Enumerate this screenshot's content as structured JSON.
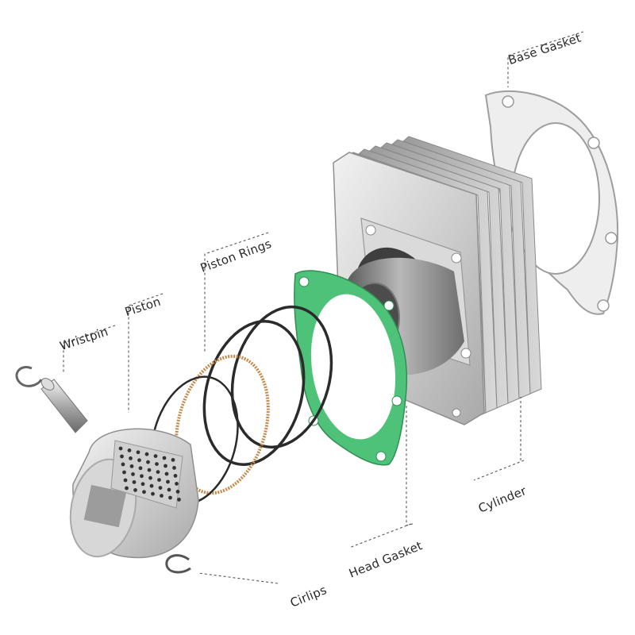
{
  "labels": {
    "base_gasket": "Base Gasket",
    "piston_rings": "Piston Rings",
    "piston": "Piston",
    "wristpin": "Wristpin",
    "cylinder": "Cylinder",
    "head_gasket": "Head Gasket",
    "cirlips": "Cirlips"
  },
  "colors": {
    "head_gasket": "#4fc27a",
    "metal": "#c9c9c9",
    "ring": "#2b2b2b",
    "oil_ring": "#c58a4a"
  }
}
